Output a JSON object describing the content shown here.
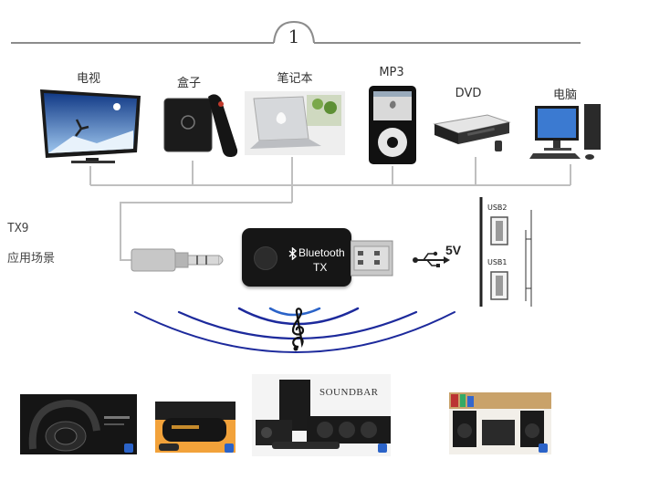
{
  "header": {
    "step_number": "1"
  },
  "devices": [
    {
      "label": "电视"
    },
    {
      "label": "盒子"
    },
    {
      "label": "笔记本"
    },
    {
      "label": "MP3"
    },
    {
      "label": "DVD"
    },
    {
      "label": "电脑"
    }
  ],
  "side_caption": {
    "model": "TX9",
    "title": "应用场景"
  },
  "dongle": {
    "brand": "Bluetooth",
    "mode": "TX"
  },
  "power": {
    "voltage": "5V"
  },
  "usb_panel": {
    "port1": "USB2",
    "port2": "USB1"
  },
  "speaker_banner": {
    "text": "SOUNDBAR"
  },
  "bluetooth_badge": {
    "glyph": "ʙ"
  },
  "colors": {
    "line": "#bfbfbf",
    "wave": "#1d2a9c",
    "accent": "#2b63c8"
  }
}
